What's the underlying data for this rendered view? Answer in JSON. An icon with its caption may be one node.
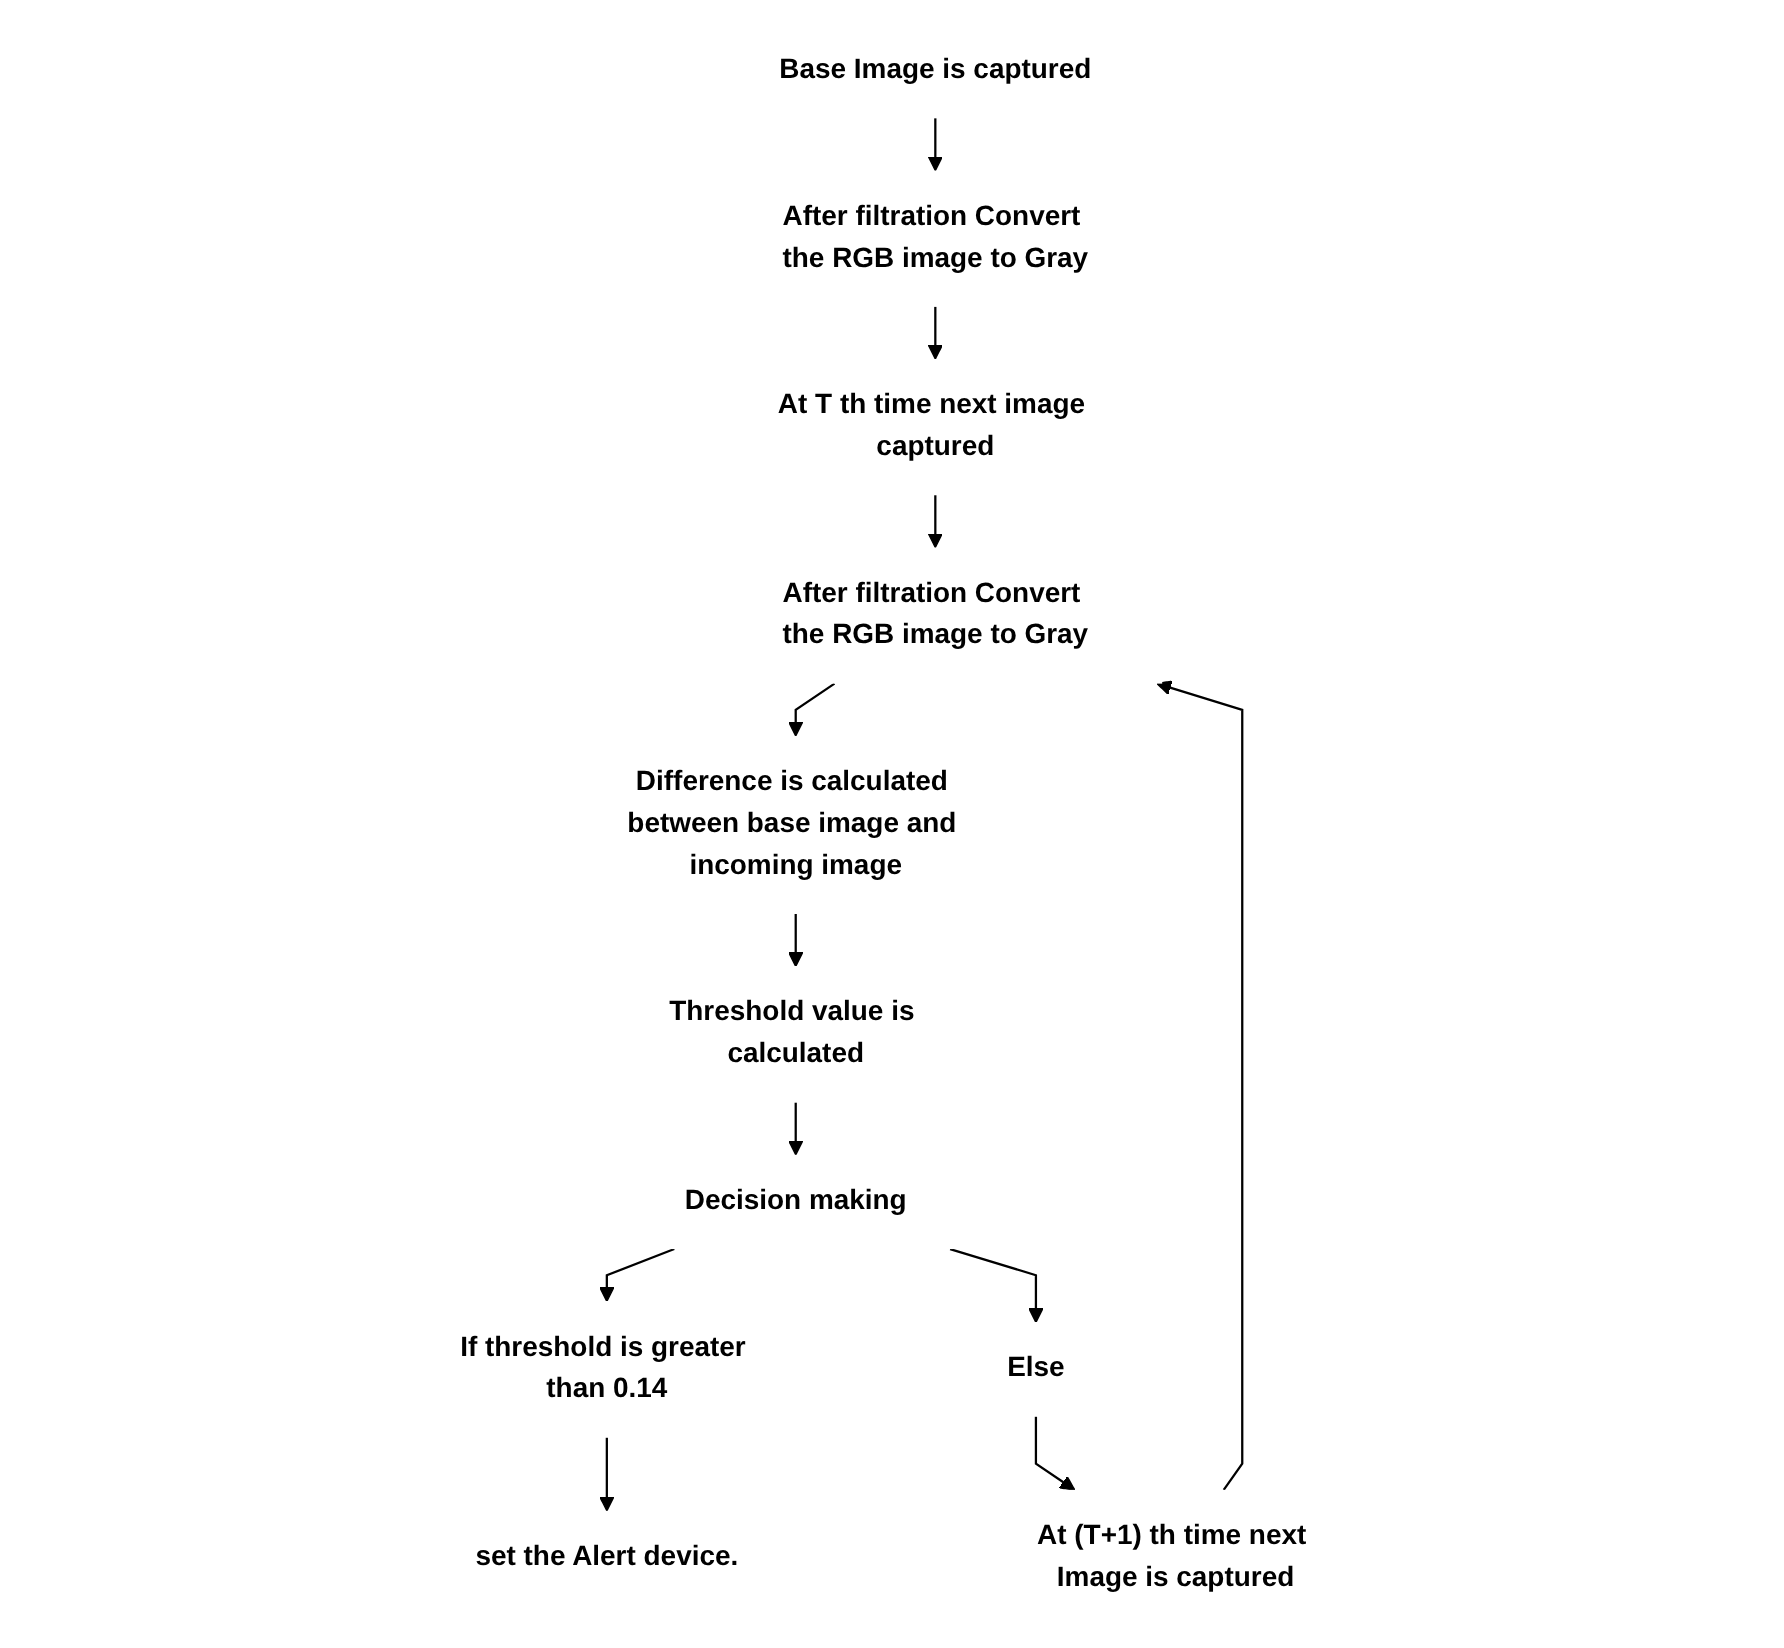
{
  "diagram": {
    "nodes": [
      {
        "text": [
          "Base Image is captured"
        ]
      },
      {
        "text": [
          "After filtration Convert the RGB image to Gray"
        ]
      },
      {
        "text": [
          "At T th time next image captured"
        ]
      },
      {
        "text": [
          "After filtration Convert the RGB image to Gray"
        ]
      },
      {
        "text": [
          "Difference is calculated between base image and incoming image"
        ]
      },
      {
        "text": [
          "Threshold value is calculated"
        ]
      },
      {
        "text": [
          "Decision making"
        ]
      },
      {
        "text": [
          "If threshold is greater than 0.14"
        ]
      },
      {
        "text": [
          "Else"
        ]
      },
      {
        "text": [
          "set the Alert device."
        ]
      },
      {
        "text": [
          "At (T+1) th time next Image is captured"
        ]
      }
    ],
    "edges": [
      {
        "from": 0,
        "to": 1,
        "arrow": "to"
      },
      {
        "from": 1,
        "to": 2,
        "arrow": "to"
      },
      {
        "from": 2,
        "to": 3,
        "arrow": "to"
      },
      {
        "from": 10,
        "to": 3,
        "arrow": "to"
      },
      {
        "from": 3,
        "to": 4,
        "arrow": "to"
      },
      {
        "from": 4,
        "to": 5,
        "arrow": "to"
      },
      {
        "from": 5,
        "to": 6,
        "arrow": "to"
      },
      {
        "from": 6,
        "to": 7,
        "arrow": "to"
      },
      {
        "from": 6,
        "to": 8,
        "arrow": "to"
      },
      {
        "from": 7,
        "to": 9,
        "arrow": "to"
      },
      {
        "from": 8,
        "to": 10,
        "arrow": "to"
      }
    ]
  }
}
